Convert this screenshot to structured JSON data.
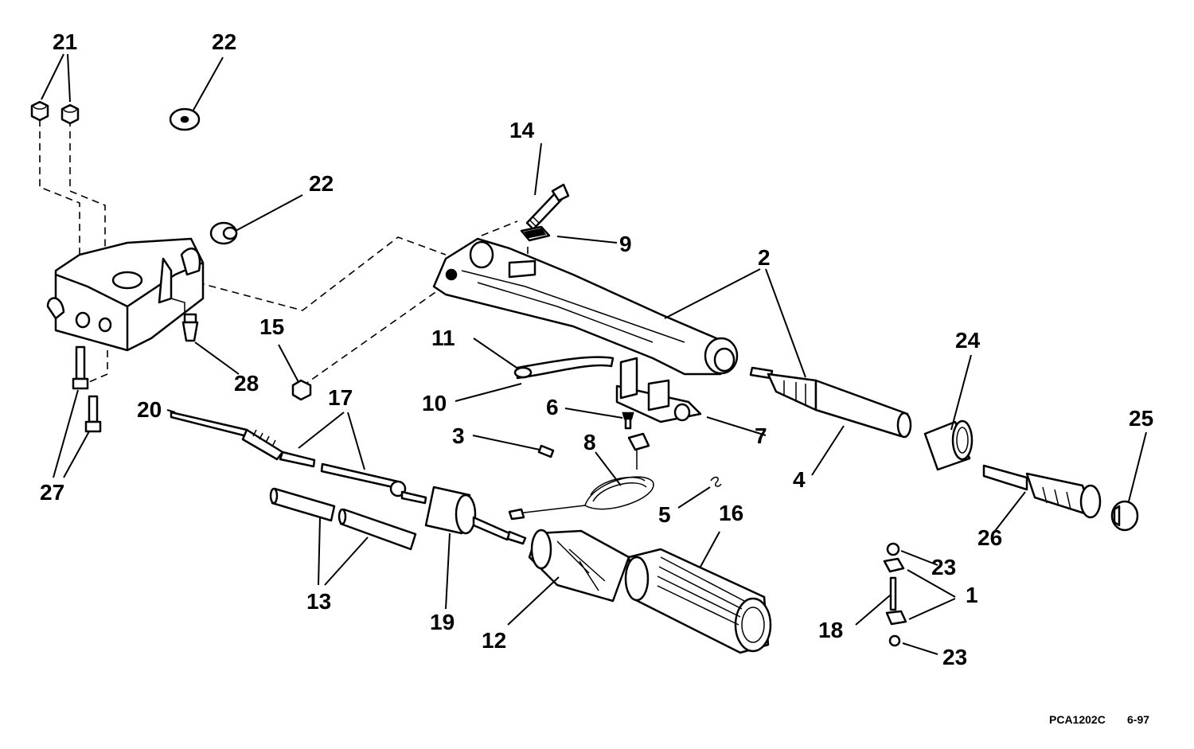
{
  "drawing": {
    "code": "PCA1202C",
    "date": "6-97"
  },
  "callouts": {
    "c1": "1",
    "c2": "2",
    "c3": "3",
    "c4": "4",
    "c5": "5",
    "c6": "6",
    "c7": "7",
    "c8": "8",
    "c9": "9",
    "c10": "10",
    "c11": "11",
    "c12": "12",
    "c13": "13",
    "c14": "14",
    "c15": "15",
    "c16": "16",
    "c17": "17",
    "c18": "18",
    "c19": "19",
    "c20": "20",
    "c21": "21",
    "c22a": "22",
    "c22b": "22",
    "c23a": "23",
    "c23b": "23",
    "c24": "24",
    "c25": "25",
    "c26": "26",
    "c27": "27",
    "c28": "28"
  }
}
